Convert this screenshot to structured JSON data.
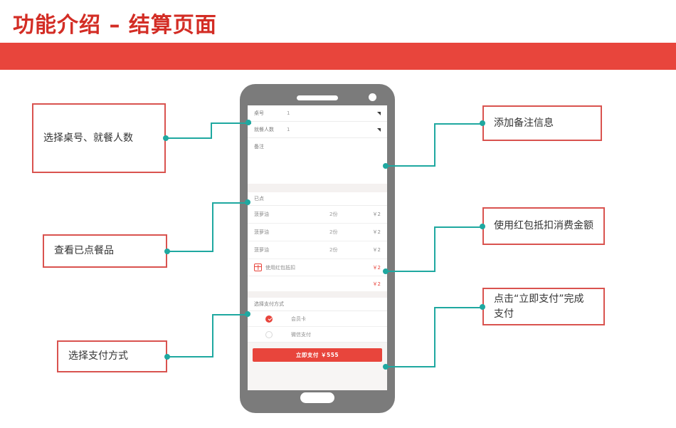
{
  "header": {
    "title": "功能介绍 – 结算页面",
    "accent_color": "#e8453c"
  },
  "phone": {
    "screen": {
      "table_row": {
        "label": "桌号",
        "value": "1",
        "icon": "caret-down-icon"
      },
      "people_row": {
        "label": "就餐人数",
        "value": "1",
        "icon": "caret-down-icon"
      },
      "note": {
        "label": "备注",
        "placeholder": ""
      },
      "ordered_section": {
        "title": "已点"
      },
      "items": [
        {
          "name": "菠萝油",
          "qty": "2份",
          "price": "￥2"
        },
        {
          "name": "菠萝油",
          "qty": "2份",
          "price": "￥2"
        },
        {
          "name": "菠萝油",
          "qty": "2份",
          "price": "￥2"
        }
      ],
      "coupon": {
        "label": "使用红包抵扣",
        "amount": "￥2",
        "icon": "red-packet-icon"
      },
      "total": {
        "amount": "￥2"
      },
      "payment_section": {
        "title": "选择支付方式"
      },
      "payment_options": [
        {
          "label": "会员卡",
          "selected": true
        },
        {
          "label": "微信支付",
          "selected": false
        }
      ],
      "pay_button": {
        "label": "立即支付 ￥555"
      }
    }
  },
  "annotations": {
    "left": [
      {
        "id": "select-table-people",
        "text": "选择桌号、就餐人数"
      },
      {
        "id": "view-ordered-items",
        "text": "查看已点餐品"
      },
      {
        "id": "select-payment-method",
        "text": "选择支付方式"
      }
    ],
    "right": [
      {
        "id": "add-note-info",
        "text": "添加备注信息"
      },
      {
        "id": "use-red-packet",
        "text": "使用红包抵扣消费金额"
      },
      {
        "id": "tap-pay-now",
        "text": "点击“立即支付”完成支付"
      }
    ]
  },
  "colors": {
    "red": "#e8453c",
    "teal": "#1fa8a0",
    "box_border": "#d9534f",
    "phone_body": "#7b7b7b"
  }
}
